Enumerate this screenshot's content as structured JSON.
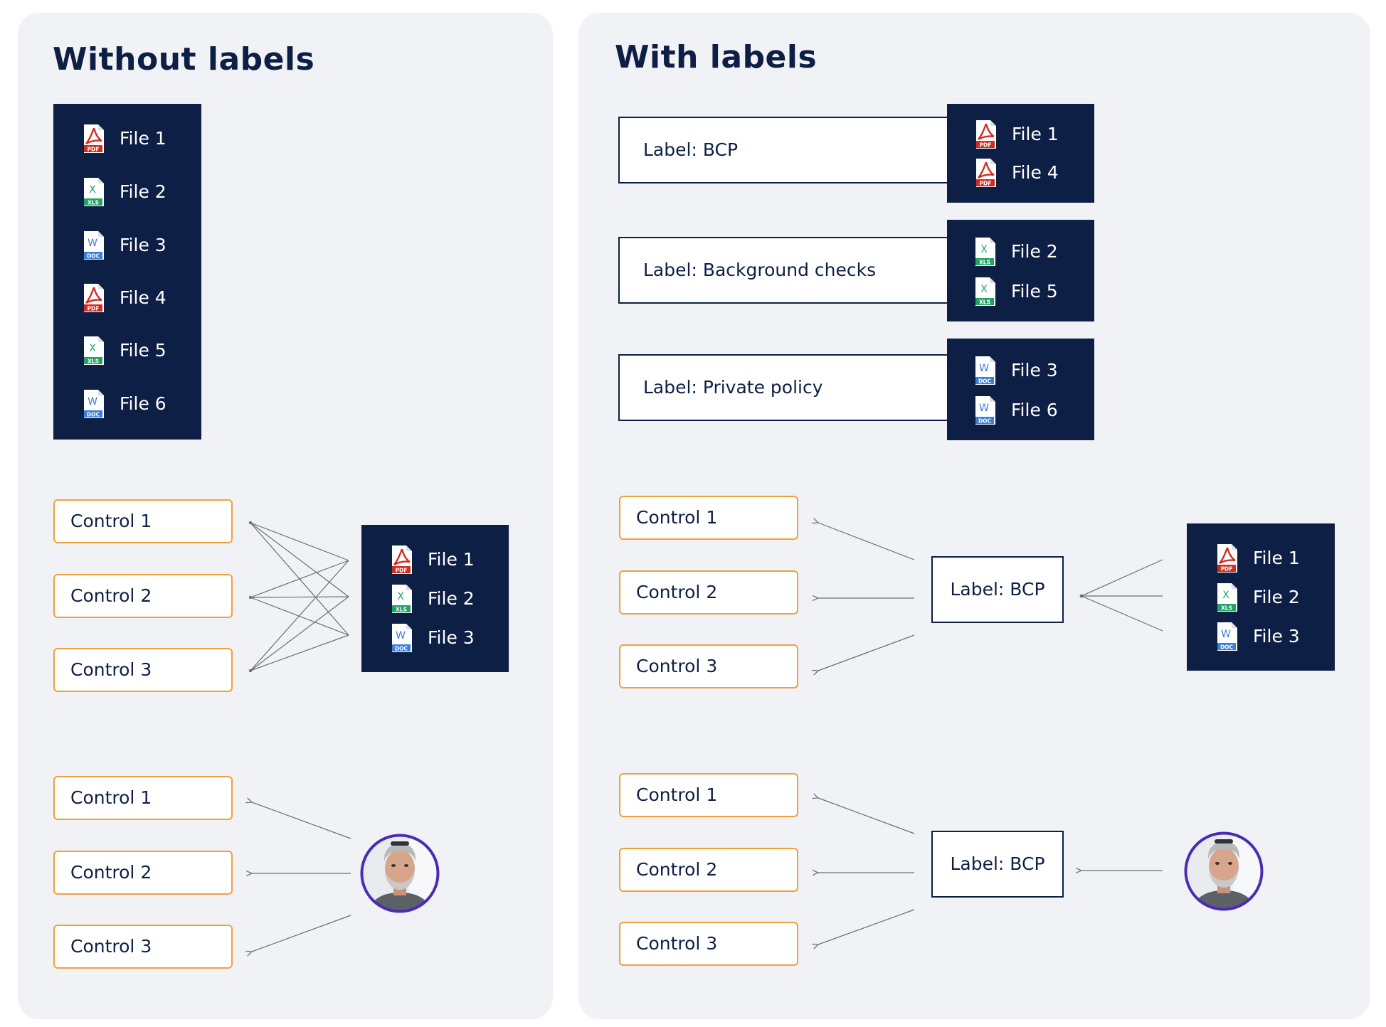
{
  "left_panel": {
    "title": "Without labels",
    "file_list": [
      {
        "name": "File 1",
        "type": "pdf"
      },
      {
        "name": "File 2",
        "type": "xls"
      },
      {
        "name": "File 3",
        "type": "doc"
      },
      {
        "name": "File 4",
        "type": "pdf"
      },
      {
        "name": "File 5",
        "type": "xls"
      },
      {
        "name": "File 6",
        "type": "doc"
      }
    ],
    "files_group": {
      "controls": [
        "Control 1",
        "Control 2",
        "Control 3"
      ],
      "files": [
        {
          "name": "File 1",
          "type": "pdf"
        },
        {
          "name": "File 2",
          "type": "xls"
        },
        {
          "name": "File 3",
          "type": "doc"
        }
      ]
    },
    "person_group": {
      "controls": [
        "Control 1",
        "Control 2",
        "Control 3"
      ]
    }
  },
  "right_panel": {
    "title": "With labels",
    "labels": [
      {
        "text": "Label: BCP",
        "files": [
          {
            "name": "File 1",
            "type": "pdf"
          },
          {
            "name": "File 4",
            "type": "pdf"
          }
        ]
      },
      {
        "text": "Label: Background checks",
        "files": [
          {
            "name": "File 2",
            "type": "xls"
          },
          {
            "name": "File 5",
            "type": "xls"
          }
        ]
      },
      {
        "text": "Label: Private policy",
        "files": [
          {
            "name": "File 3",
            "type": "doc"
          },
          {
            "name": "File 6",
            "type": "doc"
          }
        ]
      }
    ],
    "files_group": {
      "controls": [
        "Control 1",
        "Control 2",
        "Control 3"
      ],
      "label": "Label: BCP",
      "files": [
        {
          "name": "File 1",
          "type": "pdf"
        },
        {
          "name": "File 2",
          "type": "xls"
        },
        {
          "name": "File 3",
          "type": "doc"
        }
      ]
    },
    "person_group": {
      "controls": [
        "Control 1",
        "Control 2",
        "Control 3"
      ],
      "label": "Label: BCP"
    }
  },
  "icon_badges": {
    "pdf": "PDF",
    "xls": "XLS",
    "doc": "DOC"
  },
  "icon_letters": {
    "xls": "X",
    "doc": "W"
  },
  "colors": {
    "navy": "#0e1f45",
    "panel_bg": "#f0f2f5",
    "control_border": "#f2a03d",
    "pdf": "#d32c1f",
    "xls": "#21a366",
    "doc": "#3b7fd9",
    "avatar_ring": "#4b2bb5",
    "connector": "#6b6f78"
  }
}
